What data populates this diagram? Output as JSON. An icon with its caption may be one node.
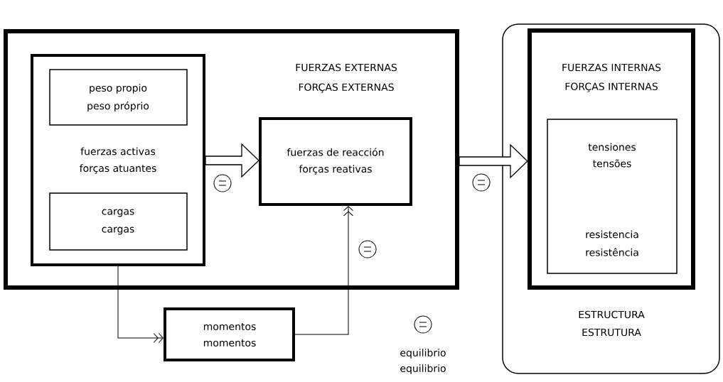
{
  "diagram": {
    "nodes": [
      {
        "text": [
          "FUERZAS EXTERNAS",
          "FORÇAS EXTERNAS"
        ]
      },
      {
        "text": [
          "fuerzas activas",
          "forças atuantes"
        ],
        "in": 0
      },
      {
        "text": [
          "peso propio",
          "peso próprio"
        ],
        "in": 1
      },
      {
        "text": [
          "cargas",
          "cargas"
        ],
        "in": 1
      },
      {
        "text": [
          "fuerzas de reacción",
          "forças reativas"
        ],
        "in": 0
      },
      {
        "text": [
          "ESTRUCTURA",
          "ESTRUTURA"
        ]
      },
      {
        "text": [
          "FUERZAS INTERNAS",
          "FORÇAS INTERNAS"
        ],
        "in": 5
      },
      {
        "text": [
          "tensiones",
          "tensões",
          "resistencia",
          "resistência"
        ],
        "in": 6
      },
      {
        "text": [
          "momentos",
          "momentos"
        ]
      }
    ],
    "edges": [
      {
        "from": 1,
        "to": 4,
        "arrow": "to",
        "style": "thick"
      },
      {
        "from": 0,
        "to": 6,
        "arrow": "to",
        "style": "thick"
      },
      {
        "from": 1,
        "to": 8,
        "arrow": "to"
      },
      {
        "from": 8,
        "to": 4,
        "arrow": "to"
      }
    ],
    "labels": [
      "equilibrio",
      "equilibrio"
    ]
  }
}
